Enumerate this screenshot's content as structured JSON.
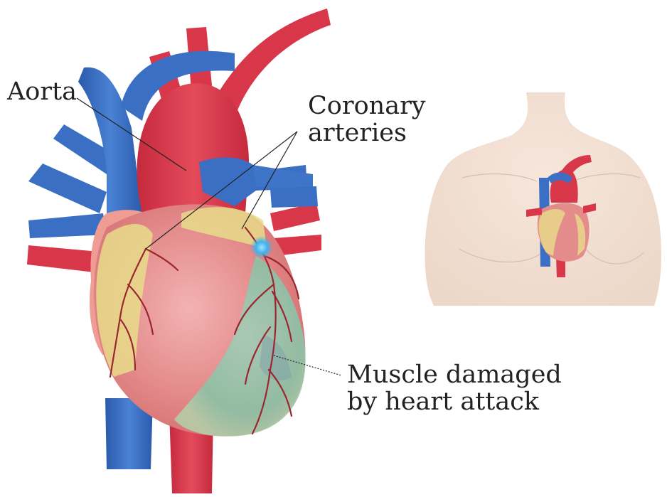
{
  "labels": {
    "aorta": "Aorta",
    "coronary_line1": "Coronary",
    "coronary_line2": "arteries",
    "damage_line1": "Muscle damaged",
    "damage_line2": "by heart attack"
  },
  "colors": {
    "artery_red": "#d8374a",
    "vein_blue": "#3a6fc4",
    "heart_pink": "#e48b8b",
    "fat_yellow": "#e8dc8a",
    "damaged_green": "#8fbfa4",
    "blockage_blue": "#3fb3ee",
    "skin": "#f3e2d6",
    "leader_line": "#222222"
  }
}
